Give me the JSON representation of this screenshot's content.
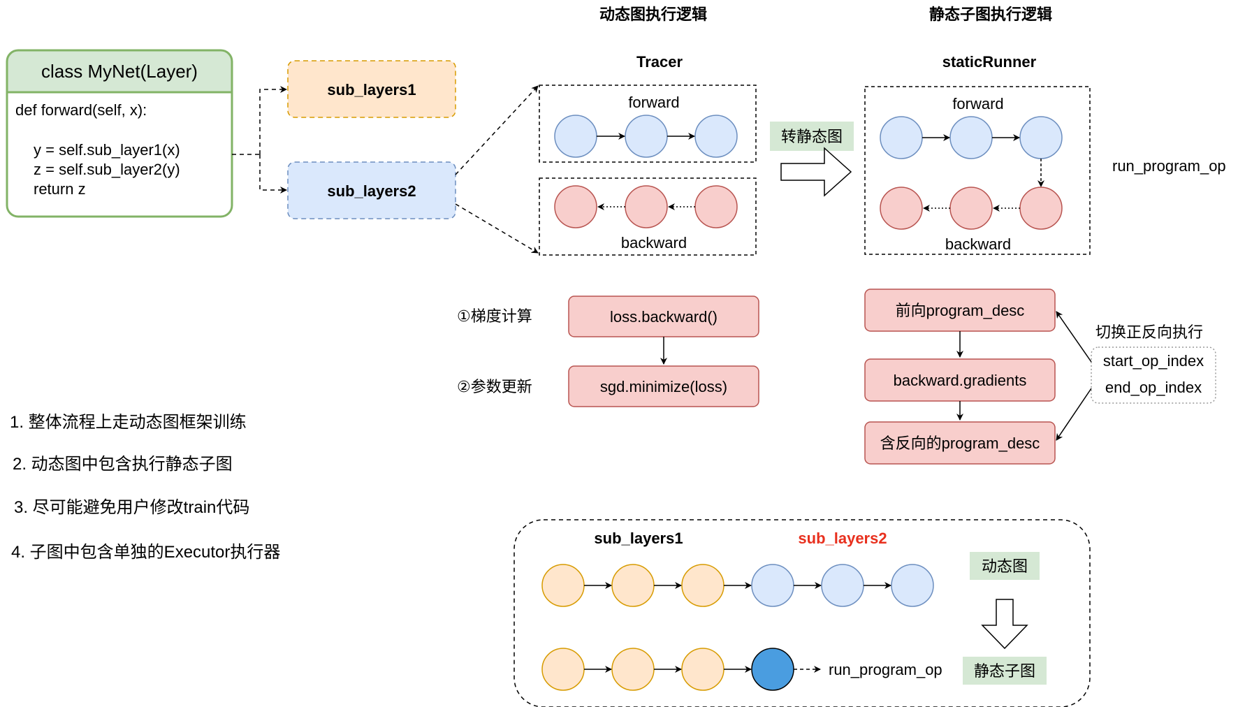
{
  "colors": {
    "green_stroke": "#82b366",
    "green_fill": "#d5e8d4",
    "orange_stroke": "#d79b00",
    "orange_fill": "#ffe6cc",
    "blue_stroke": "#6c8ebf",
    "blue_fill": "#dae8fc",
    "red_stroke": "#b85450",
    "red_fill": "#f8cecc",
    "dark_blue_fill": "#4a9de0",
    "highlight_red": "#e8301e"
  },
  "headers": {
    "dynamic": "动态图执行逻辑",
    "static": "静态子图执行逻辑",
    "tracer": "Tracer",
    "static_runner": "staticRunner"
  },
  "class_box": {
    "title": "class MyNet(Layer)",
    "lines": [
      "def forward(self, x):",
      "y = self.sub_layer1(x)",
      "z = self.sub_layer2(y)",
      "return z"
    ]
  },
  "sub_layers": {
    "one": "sub_layers1",
    "two": "sub_layers2"
  },
  "tracer_graph": {
    "forward": "forward",
    "backward": "backward"
  },
  "convert_label": "转静态图",
  "static_graph": {
    "forward": "forward",
    "backward": "backward"
  },
  "run_program_op": "run_program_op",
  "steps": {
    "grad_label": "①梯度计算",
    "param_label": "②参数更新",
    "loss_backward": "loss.backward()",
    "sgd_minimize": "sgd.minimize(loss)"
  },
  "program": {
    "forward_desc": "前向program_desc",
    "gradients": "backward.gradients",
    "backward_desc": "含反向的program_desc",
    "switch_label": "切换正反向执行",
    "start_index": "start_op_index",
    "end_index": "end_op_index"
  },
  "notes": [
    "1. 整体流程上走动态图框架训练",
    "2. 动态图中包含执行静态子图",
    "3. 尽可能避免用户修改train代码",
    "4. 子图中包含单独的Executor执行器"
  ],
  "bottom": {
    "sub_layers1": "sub_layers1",
    "sub_layers2": "sub_layers2",
    "dynamic_graph": "动态图",
    "static_subgraph": "静态子图",
    "run_program_op": "run_program_op"
  }
}
